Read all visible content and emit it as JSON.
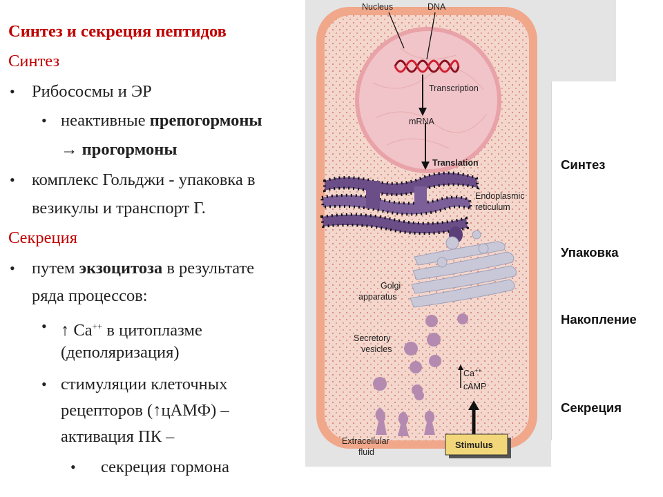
{
  "slide": {
    "title": "Синтез и секреция пептидов",
    "section_synthesis": "Синтез",
    "b1": "Рибососмы и ЭР",
    "b1a_pre": "неактивные ",
    "b1a_bold": "препогормоны",
    "b1a_line2": "→ прогормоны",
    "b2_line1": "комплекс Гольджи - упаковка в",
    "b2_line2": "везикулы  и транспорт Г.",
    "section_secretion": "Секреция",
    "b3_pre": "путем ",
    "b3_bold": "экзоцитоза",
    "b3_post": " в результате",
    "b3_line2": "ряда процессов:",
    "b3a_pre": "↑ Ca",
    "b3a_sup": "++",
    "b3a_post": " в цитоплазме",
    "b3a_line2": "(деполяризация)",
    "b3b_line1": "стимуляции клеточных",
    "b3b_line2": "рецепторов (↑цАМФ) –",
    "b3b_line3": "активация ПК –",
    "b3c": "секреция гормона"
  },
  "diagram": {
    "nucleus": "Nucleus",
    "dna": "DNA",
    "transcription": "Transcription",
    "mrna": "mRNA",
    "translation": "Translation",
    "er_line1": "Endoplasmic",
    "er_line2": "reticulum",
    "golgi_line1": "Golgi",
    "golgi_line2": "apparatus",
    "vesicles_line1": "Secretory",
    "vesicles_line2": "vesicles",
    "ca": "Ca",
    "ca_sup": "++",
    "camp": "cAMP",
    "ecf_line1": "Extracellular",
    "ecf_line2": "fluid",
    "stimulus": "Stimulus"
  },
  "stages": {
    "synthesis": "Синтез",
    "packaging": "Упаковка",
    "storage": "Накопление",
    "secretion": "Секреция"
  },
  "colors": {
    "title_red": "#c00000",
    "cytoplasm": "#f3d6cc",
    "membrane": "#f0a78a",
    "nucleus_fill": "#f0bfc4",
    "er_purple": "#6b4d88",
    "golgi": "#c8c8d8",
    "vesicle": "#b48ab0",
    "stimulus_box": "#f2d77a"
  }
}
